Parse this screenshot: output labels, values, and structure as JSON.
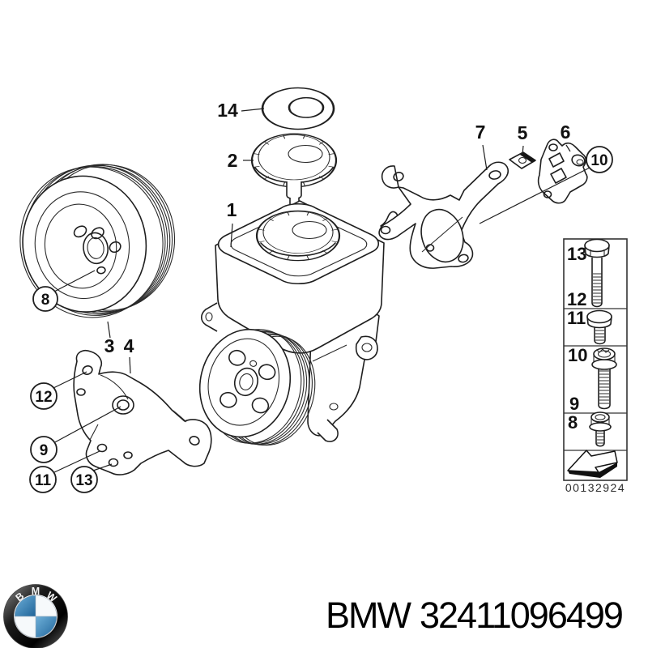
{
  "diagram": {
    "callouts": {
      "n14": "14",
      "n2": "2",
      "n1": "1",
      "n7": "7",
      "n5": "5",
      "n6": "6",
      "n3": "3",
      "n4": "4",
      "c8": "8",
      "c12": "12",
      "c9": "9",
      "c11": "11",
      "c13": "13",
      "c10": "10"
    },
    "legend": {
      "row1_top": "13",
      "row1_bottom": "12",
      "row2": "11",
      "row3_top": "10",
      "row3_bottom": "9",
      "row4": "8",
      "code": "00132924"
    }
  },
  "footer": {
    "brand": "BMW",
    "part_number": "32411096499",
    "logo": {
      "letters": [
        "B",
        "M",
        "W"
      ]
    }
  },
  "colors": {
    "line": "#1f1f1f",
    "bmw_blue_light": "#66a7d2",
    "bmw_blue_dark": "#1f6499",
    "ring_black": "#0a0a0a"
  }
}
